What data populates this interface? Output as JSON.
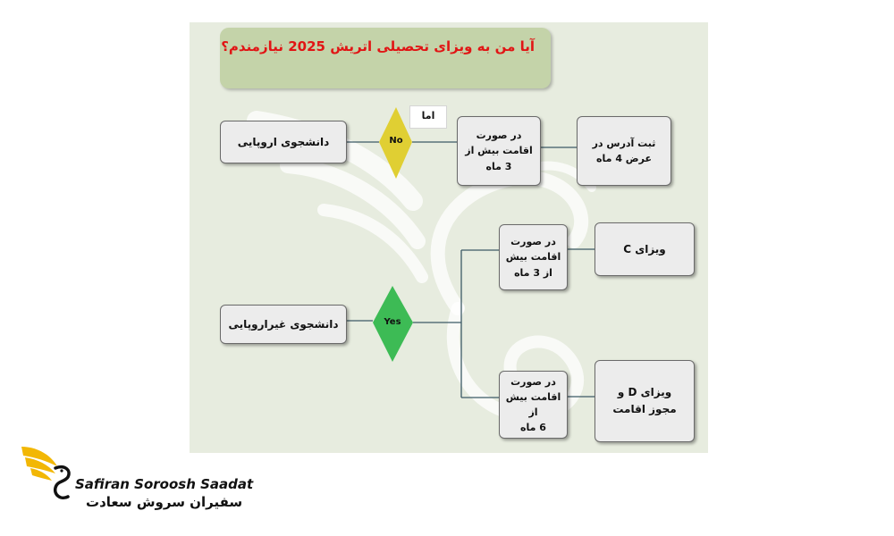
{
  "title": "آیا من به ویزای تحصیلی اتریش 2025 نیازمندم؟",
  "nodes": {
    "european_student": "دانشجوی اروپایی",
    "non_european_student": "دانشجوی غیراروپایی",
    "decision_no": "No",
    "decision_yes": "Yes",
    "but_tag": "اما",
    "stay_over_3_months_top": "در صورت\nاقامت بیش از\n3 ماه",
    "register_address": "ثبت آدرس در\nعرض 4 ماه",
    "stay_over_3_months_mid": "در صورت\nاقامت بیش\nاز 3 ماه",
    "visa_c": "ویزای C",
    "stay_over_6_months": "در صورت\nاقامت بیش از\n6 ماه",
    "visa_d_residence": "ویزای D و\nمجوز اقامت"
  },
  "logo": {
    "name_en": "Safiran Soroosh Saadat",
    "name_fa": "سفیران سروش سعادت",
    "icon": "bird-logo-icon"
  },
  "colors": {
    "panel_bg": "#e7ecdf",
    "title_bg": "#c4d3a9",
    "title_text": "#e11515",
    "diamond_no": "#e0cf33",
    "diamond_yes": "#3dbb55",
    "connector": "#3c5a66",
    "logo_gold": "#f2b705"
  }
}
